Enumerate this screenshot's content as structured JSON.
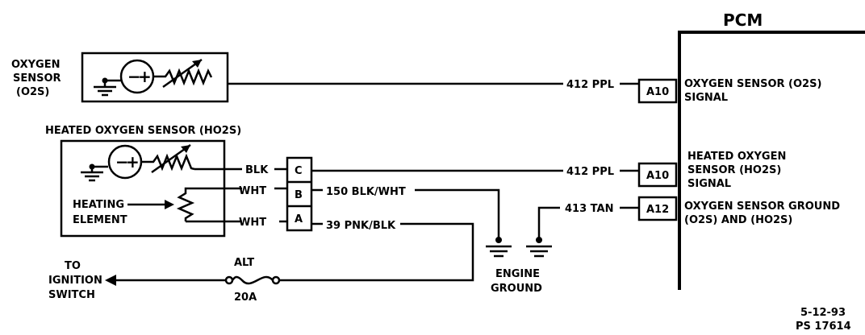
{
  "pcm": {
    "title": "PCM",
    "pins": [
      {
        "pin": "A10",
        "wire": "412 PPL",
        "label_1": "OXYGEN SENSOR (O2S)",
        "label_2": "SIGNAL"
      },
      {
        "pin": "A10",
        "wire": "412 PPL",
        "label_1": "HEATED OXYGEN",
        "label_2": "SENSOR (HO2S)",
        "label_3": "SIGNAL"
      },
      {
        "pin": "A12",
        "wire": "413 TAN",
        "label_1": "OXYGEN SENSOR GROUND",
        "label_2": "(O2S) AND (HO2S)"
      }
    ]
  },
  "o2s": {
    "line_1": "OXYGEN",
    "line_2": "SENSOR",
    "line_3": "(O2S)"
  },
  "ho2s": {
    "title": "HEATED OXYGEN SENSOR (HO2S)",
    "heating_1": "HEATING",
    "heating_2": "ELEMENT",
    "wires": [
      "BLK",
      "WHT",
      "WHT"
    ]
  },
  "connector": {
    "pins": [
      "C",
      "B",
      "A"
    ],
    "b_wire": "150 BLK/WHT",
    "a_wire": "39 PNK/BLK"
  },
  "ground": {
    "line_1": "ENGINE",
    "line_2": "GROUND"
  },
  "fuse": {
    "name": "ALT",
    "rating": "20A"
  },
  "ignition": {
    "line_1": "TO",
    "line_2": "IGNITION",
    "line_3": "SWITCH"
  },
  "footer": {
    "date": "5-12-93",
    "code": "PS 17614"
  }
}
